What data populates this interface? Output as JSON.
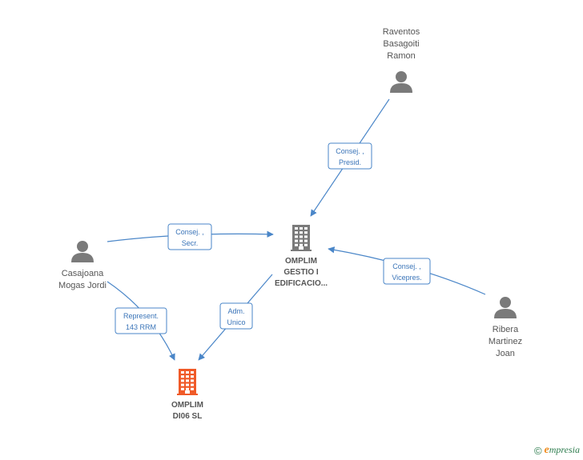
{
  "nodes": [
    {
      "id": "raventos",
      "type": "person",
      "lines": [
        "Raventos",
        "Basagoiti",
        "Ramon"
      ]
    },
    {
      "id": "casajoana",
      "type": "person",
      "lines": [
        "Casajoana",
        "Mogas Jordi"
      ]
    },
    {
      "id": "ribera",
      "type": "person",
      "lines": [
        "Ribera",
        "Martinez",
        "Joan"
      ]
    },
    {
      "id": "omplim-gestio",
      "type": "company",
      "lines": [
        "OMPLIM",
        "GESTIO I",
        "EDIFICACIO..."
      ]
    },
    {
      "id": "omplim-di06",
      "type": "company-highlight",
      "lines": [
        "OMPLIM",
        "DI06  SL"
      ]
    }
  ],
  "edges": [
    {
      "from": "raventos",
      "to": "omplim-gestio",
      "label": [
        "Consej. ,",
        "Presid."
      ]
    },
    {
      "from": "casajoana",
      "to": "omplim-gestio",
      "label": [
        "Consej. ,",
        "Secr."
      ]
    },
    {
      "from": "ribera",
      "to": "omplim-gestio",
      "label": [
        "Consej. ,",
        "Vicepres."
      ]
    },
    {
      "from": "casajoana",
      "to": "omplim-di06",
      "label": [
        "Represent.",
        "143 RRM"
      ]
    },
    {
      "from": "omplim-gestio",
      "to": "omplim-di06",
      "label": [
        "Adm.",
        "Unico"
      ]
    }
  ],
  "colors": {
    "edge": "#4a86c8",
    "person_icon": "#7a7a7a",
    "company_icon": "#7a7a7a",
    "highlight_company_icon": "#f05a28"
  },
  "watermark": {
    "copyright": "©",
    "brand_initial": "e",
    "brand_rest": "mpresia"
  }
}
